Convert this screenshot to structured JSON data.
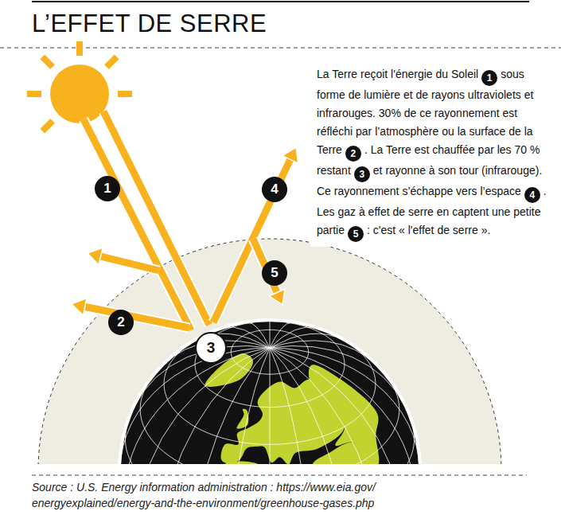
{
  "diagram": {
    "title": "L’EFFET DE SERRE",
    "caption": "Source : U.S. Energy information administration : https://www.eia.gov/ energyexplained/energy-and-the-environment/greenhouse-gases.php",
    "labels": [
      "1",
      "2",
      "3",
      "4",
      "5",
      "La Terre reçoit l'énergie du Soleil",
      "1",
      "sous forme de lumière et de rayons ultraviolets et infrarouges. 30% de ce rayonnement est réfléchi par l’atmosphère ou la surface de la Terre",
      "2",
      ". La Terre est chauffée par les 70 % restant",
      "3",
      "et rayonne à son tour (infrarouge). Ce rayonnement s’échappe vers l’espace",
      "4",
      ". Les gaz à effet de serre en captent une petite partie",
      "5",
      ": c'est « l'effet de serre »."
    ]
  }
}
